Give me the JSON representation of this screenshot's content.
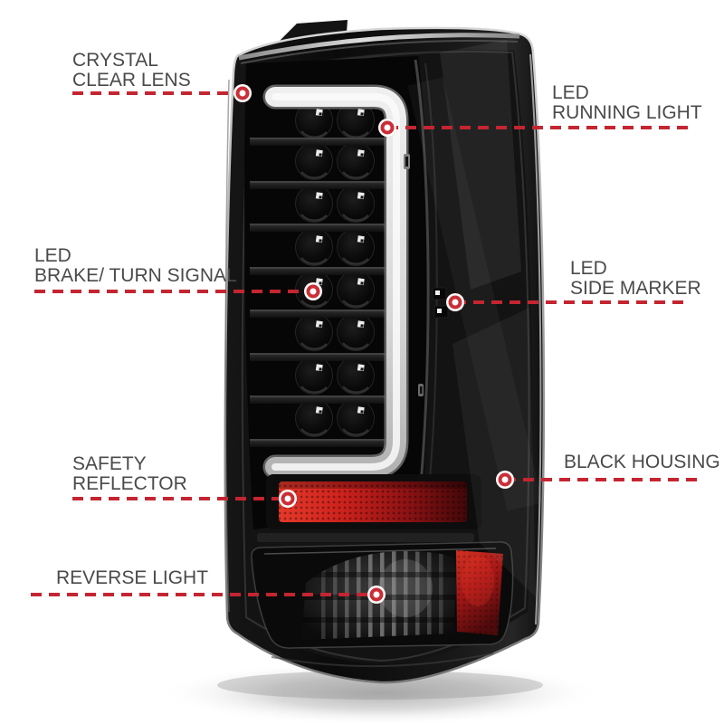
{
  "page": {
    "background_color": "#ffffff"
  },
  "figure": {
    "type": "annotated-product-image",
    "subject": "LED tail light with black housing, rear view",
    "accent_color": "#c42531",
    "label_text_color": "#4a4a4a",
    "parts": [
      "crystal-clear-lens",
      "led-running-light-bar",
      "led-brake-turn-signal-array",
      "led-side-marker",
      "safety-reflector",
      "black-housing",
      "reverse-light",
      "mounting-tab"
    ]
  },
  "callouts": [
    {
      "id": "crystal-clear-lens",
      "lines": [
        "CRYSTAL",
        "CLEAR LENS"
      ]
    },
    {
      "id": "led-running-light",
      "lines": [
        "LED",
        "RUNNING LIGHT"
      ]
    },
    {
      "id": "led-brake-turn-signal",
      "lines": [
        "LED",
        "BRAKE/ TURN SIGNAL"
      ]
    },
    {
      "id": "led-side-marker",
      "lines": [
        "LED",
        "SIDE MARKER"
      ]
    },
    {
      "id": "safety-reflector",
      "lines": [
        "SAFETY",
        "REFLECTOR"
      ]
    },
    {
      "id": "black-housing",
      "lines": [
        "BLACK HOUSING"
      ]
    },
    {
      "id": "reverse-light",
      "lines": [
        "REVERSE LIGHT"
      ]
    }
  ]
}
